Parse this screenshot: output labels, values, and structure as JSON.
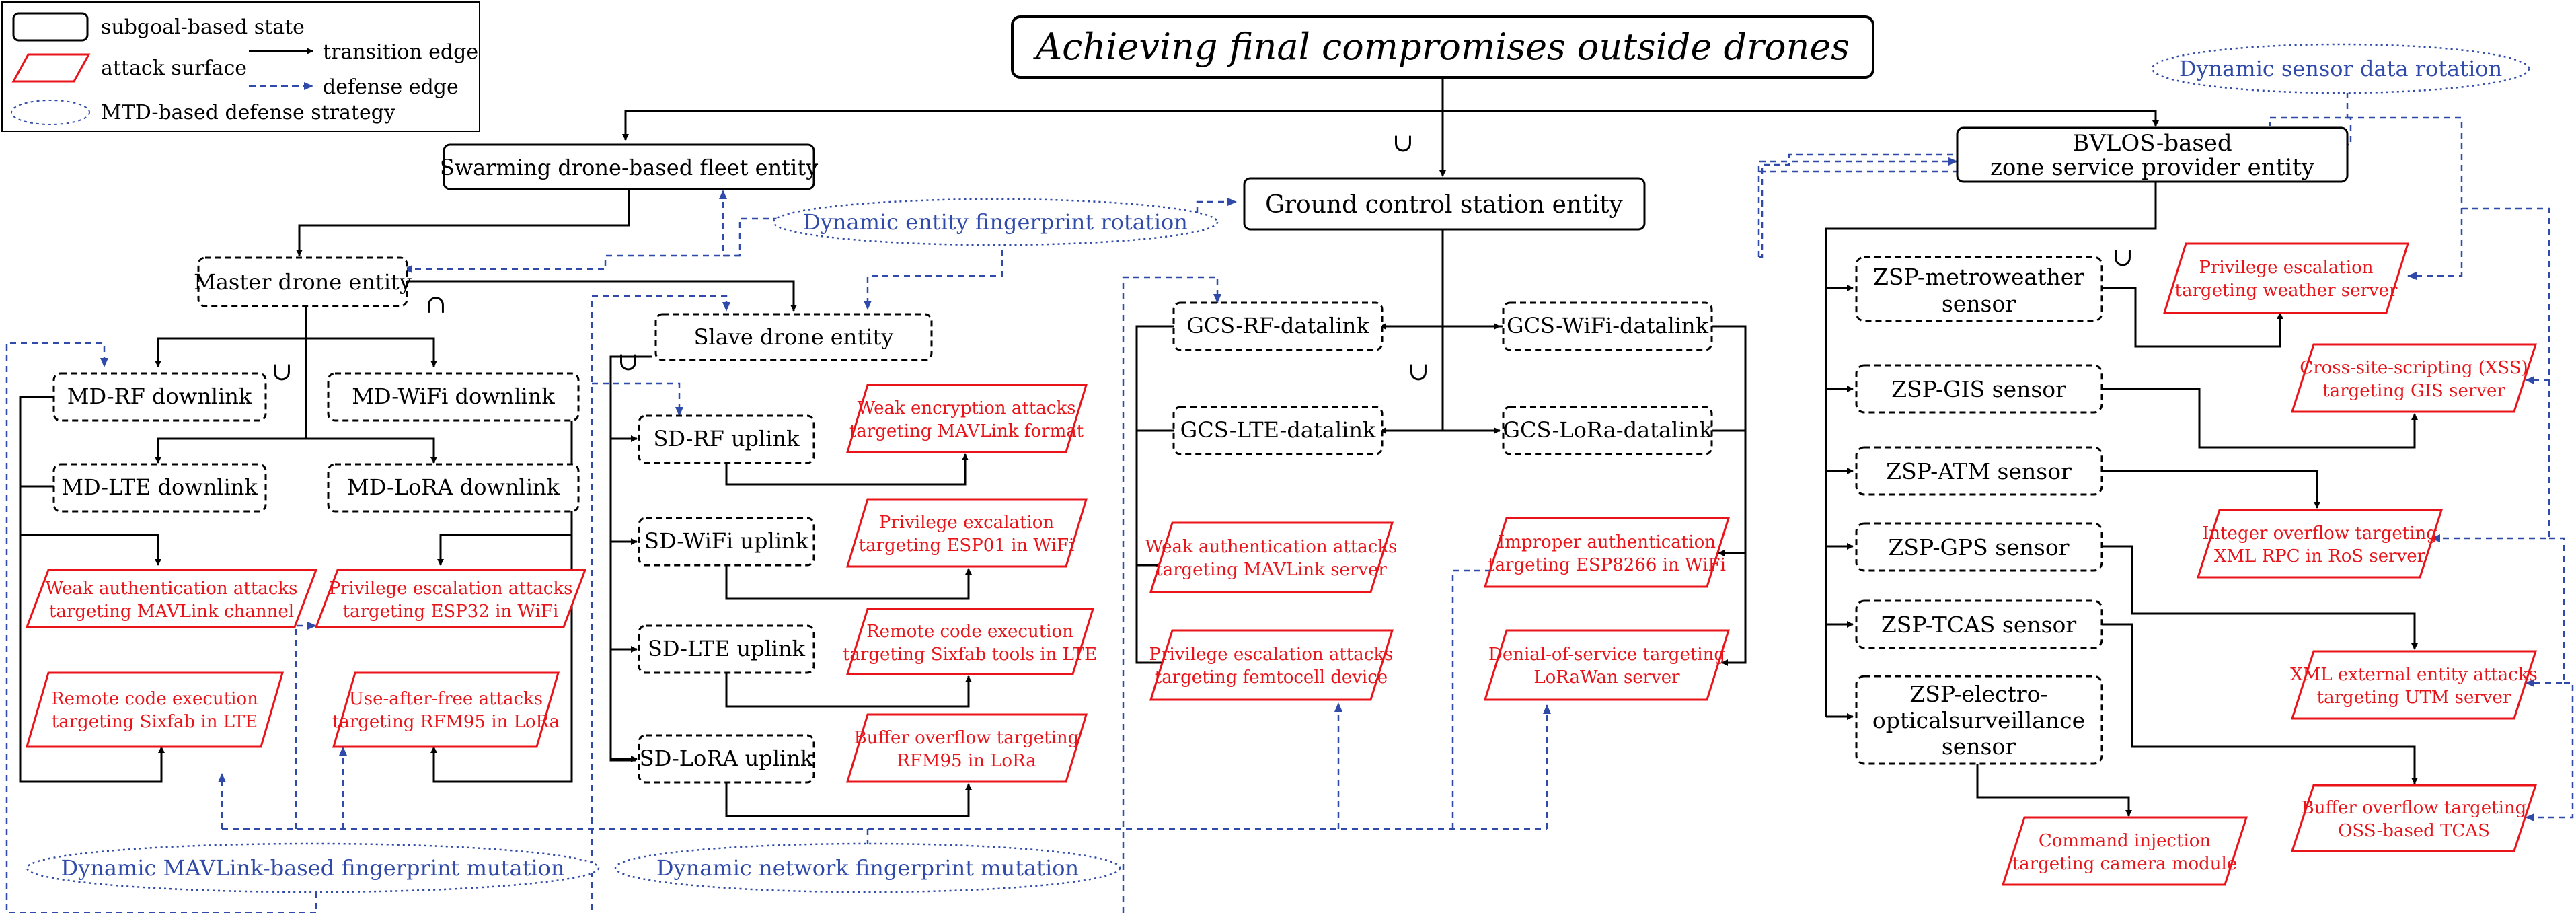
{
  "title": "Achieving final compromises outside drones",
  "legend": {
    "subgoal": "subgoal-based state",
    "attack": "attack surface",
    "mtd": "MTD-based defense strategy",
    "transition": "transition edge",
    "defense": "defense edge"
  },
  "colors": {
    "node_stroke": "#000000",
    "attack": "#e8141a",
    "defense": "#2f4aa8",
    "background": "#ffffff"
  },
  "operators": {
    "union": "∪",
    "intersection": "∩"
  },
  "nodes": {
    "swarm": "Swarming drone-based fleet entity",
    "gcs": "Ground control station entity",
    "bvlos": [
      "BVLOS-based",
      "zone service provider entity"
    ],
    "master": "Master drone entity",
    "slave": "Slave drone entity",
    "md_rf": "MD-RF downlink",
    "md_wifi": "MD-WiFi downlink",
    "md_lte": "MD-LTE downlink",
    "md_lora": "MD-LoRA downlink",
    "sd_rf": "SD-RF uplink",
    "sd_wifi": "SD-WiFi uplink",
    "sd_lte": "SD-LTE uplink",
    "sd_lora": "SD-LoRA uplink",
    "gcs_rf": "GCS-RF-datalink",
    "gcs_wifi": "GCS-WiFi-datalink",
    "gcs_lte": "GCS-LTE-datalink",
    "gcs_lora": "GCS-LoRa-datalink",
    "zsp_mw": [
      "ZSP-metroweather",
      "sensor"
    ],
    "zsp_gis": "ZSP-GIS sensor",
    "zsp_atm": "ZSP-ATM sensor",
    "zsp_gps": "ZSP-GPS sensor",
    "zsp_tcas": "ZSP-TCAS sensor",
    "zsp_eo": [
      "ZSP-electro-",
      "opticalsurveillance",
      "sensor"
    ]
  },
  "attacks": {
    "a_md1": [
      "Weak authentication attacks",
      "targeting MAVLink channel"
    ],
    "a_md2": [
      "Privilege escalation attacks",
      "targeting ESP32 in WiFi"
    ],
    "a_md3": [
      "Remote code execution",
      "targeting Sixfab in LTE"
    ],
    "a_md4": [
      "Use-after-free attacks",
      "targeting RFM95 in LoRa"
    ],
    "a_sd1": [
      "Weak encryption attacks",
      "targeting MAVLink format"
    ],
    "a_sd2": [
      "Privilege excalation",
      "targeting ESP01 in WiFi"
    ],
    "a_sd3": [
      "Remote code execution",
      "targeting Sixfab tools in LTE"
    ],
    "a_sd4": [
      "Buffer overflow targeting",
      "RFM95 in LoRa"
    ],
    "a_g1": [
      "Weak authentication attacks",
      "targeting MAVLink server"
    ],
    "a_g2": [
      "Privilege escalation attacks",
      "targeting femtocell device"
    ],
    "a_g3": [
      "Improper authentication",
      "targeting ESP8266 in WiFi"
    ],
    "a_g4": [
      "Denial-of-service targeting",
      "LoRaWan server"
    ],
    "a_z1": [
      "Privilege escalation",
      "targeting weather server"
    ],
    "a_z2": [
      "Cross-site-scripting (XSS)",
      "targeting GIS server"
    ],
    "a_z3": [
      "Integer overflow targeting",
      "XML RPC in RoS server"
    ],
    "a_z4": [
      "XML external entity attacks",
      "targeting UTM server"
    ],
    "a_z5": [
      "Buffer overflow targeting",
      "OSS-based TCAS"
    ],
    "a_z6": [
      "Command injection",
      "targeting camera module"
    ]
  },
  "strategies": {
    "s_entity": "Dynamic entity fingerprint rotation",
    "s_sensor": "Dynamic sensor data rotation",
    "s_mavlink": "Dynamic MAVLink-based fingerprint mutation",
    "s_network": "Dynamic network fingerprint mutation"
  }
}
